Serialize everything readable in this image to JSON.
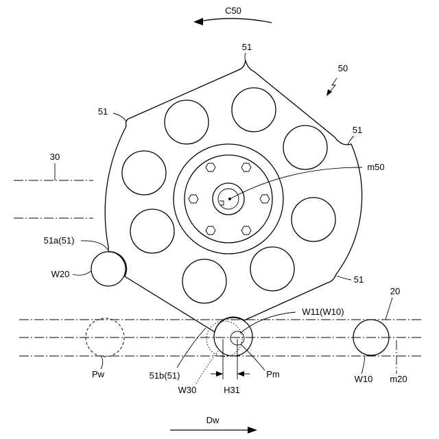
{
  "labels": {
    "c50": "C50",
    "notch_top": "51",
    "rotor": "50",
    "notch_left": "51",
    "notch_right": "51",
    "conveyor_30": "30",
    "center_m50": "m50",
    "notch_51a": "51a(51)",
    "w20": "W20",
    "notch_bottom_right": "51",
    "conveyor_20": "20",
    "w11": "W11(W10)",
    "pw": "Pw",
    "notch_51b": "51b(51)",
    "pm": "Pm",
    "w10": "W10",
    "m20": "m20",
    "w30": "W30",
    "h31": "H31",
    "dw": "Dw"
  }
}
